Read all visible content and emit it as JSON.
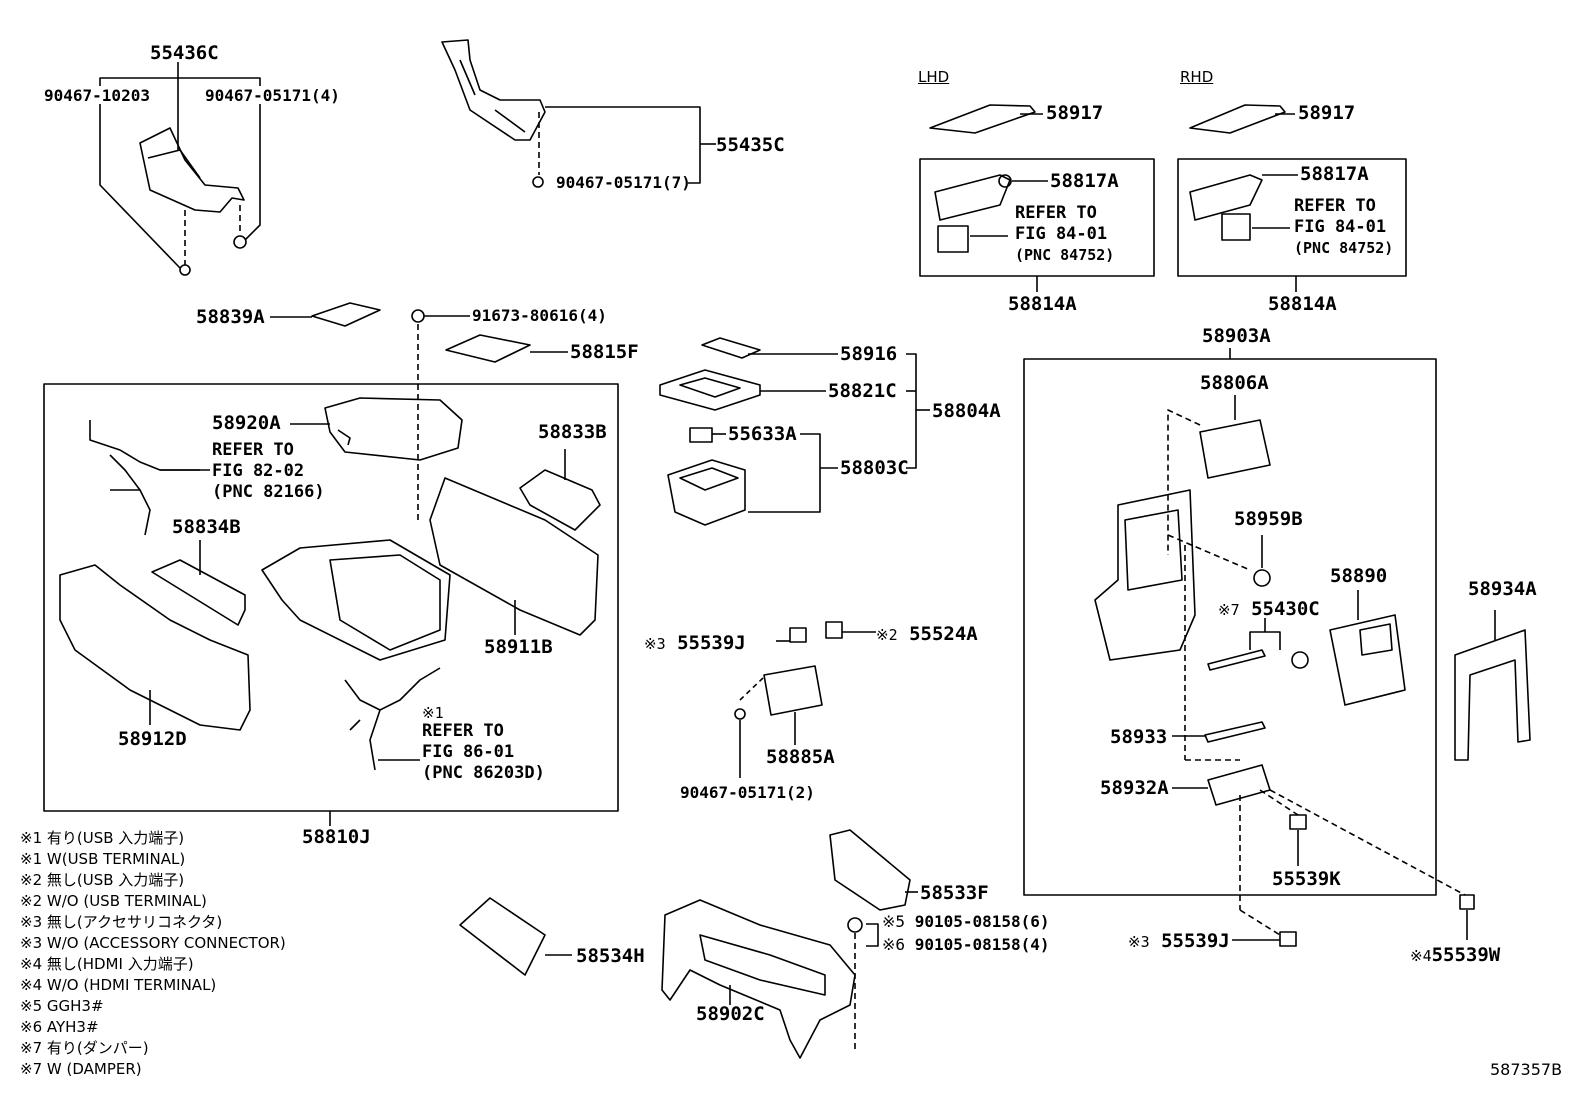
{
  "drawing_number": "587357B",
  "regions": {
    "lhd": "LHD",
    "rhd": "RHD"
  },
  "parts": {
    "p55436C": "55436C",
    "p90467_10203": "90467-10203",
    "p90467_05171_4": "90467-05171(4)",
    "p55435C": "55435C",
    "p90467_05171_7": "90467-05171(7)",
    "p58917_lhd": "58917",
    "p58917_rhd": "58917",
    "p58817A_lhd": "58817A",
    "p58817A_rhd": "58817A",
    "p58814A_lhd": "58814A",
    "p58814A_rhd": "58814A",
    "p58839A": "58839A",
    "p91673_80616_4": "91673-80616(4)",
    "p58815F": "58815F",
    "p58916": "58916",
    "p58821C": "58821C",
    "p58804A": "58804A",
    "p55633A": "55633A",
    "p58803C": "58803C",
    "p58903A": "58903A",
    "p58806A": "58806A",
    "p58920A": "58920A",
    "p58833B": "58833B",
    "p58834B": "58834B",
    "p58911B": "58911B",
    "p58912D": "58912D",
    "p58810J": "58810J",
    "p58959B": "58959B",
    "p58890": "58890",
    "p55430C": "55430C",
    "p58934A": "58934A",
    "p55539J": "55539J",
    "p55524A": "55524A",
    "p58885A": "58885A",
    "p90467_05171_2": "90467-05171(2)",
    "p58933": "58933",
    "p58932A": "58932A",
    "p55539K": "55539K",
    "p58533F": "58533F",
    "p90105_08158_6": "90105-08158(6)",
    "p90105_08158_4": "90105-08158(4)",
    "p58534H": "58534H",
    "p58902C": "58902C",
    "p55539J_b": "55539J",
    "p55539W": "55539W"
  },
  "marks": {
    "m1": "※1",
    "m2": "※2",
    "m3": "※3",
    "m3b": "※3",
    "m4": "※4",
    "m5": "※5",
    "m6": "※6",
    "m7": "※7"
  },
  "refs": {
    "r82": [
      "REFER TO",
      "FIG 82-02",
      "(PNC 82166)"
    ],
    "r84_lhd": [
      "REFER TO",
      "FIG 84-01",
      "(PNC 84752)"
    ],
    "r84_rhd": [
      "REFER TO",
      "FIG 84-01",
      "(PNC 84752)"
    ],
    "r86": [
      "REFER TO",
      "FIG 86-01",
      "(PNC 86203D)"
    ]
  },
  "legend": [
    "※1  有り(USB 入力端子)",
    "※1  W(USB TERMINAL)",
    "※2  無し(USB 入力端子)",
    "※2  W/O (USB TERMINAL)",
    "※3  無し(アクセサリコネクタ)",
    "※3  W/O (ACCESSORY CONNECTOR)",
    "※4  無し(HDMI 入力端子)",
    "※4  W/O (HDMI TERMINAL)",
    "※5  GGH3#",
    "※6  AYH3#",
    "※7  有り(ダンパー)",
    "※7  W (DAMPER)"
  ]
}
